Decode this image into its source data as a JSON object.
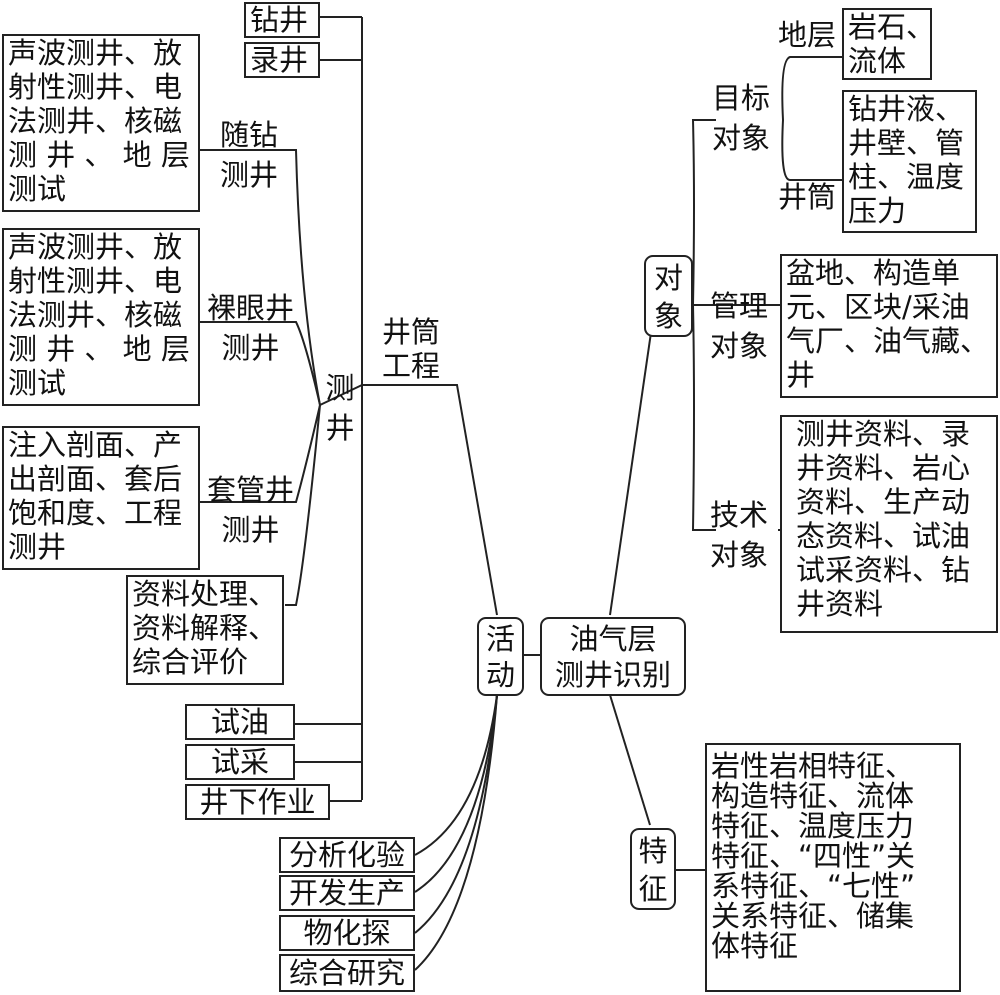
{
  "center": "油气层\n测井识别",
  "activity": {
    "label": "活\n动",
    "wellbore": {
      "label": "井筒\n工程",
      "drilling": "钻井",
      "mud_logging": "录井",
      "logging": {
        "label": "测\n井",
        "lwd": {
          "label": "随钻\n测井",
          "content": "声波测井、放\n射性测井、电\n法测井、核磁\n测 井 、 地 层\n测试"
        },
        "openhole": {
          "label": "裸眼井\n测井",
          "content": "声波测井、放\n射性测井、电\n法测井、核磁\n测 井 、 地 层\n测试"
        },
        "cased": {
          "label": "套管井\n测井",
          "content": "注入剖面、产\n出剖面、套后\n饱和度、工程\n测井"
        },
        "processing": "资料处理、\n资料解释、\n综合评价"
      },
      "well_test": "试油",
      "production_test": "试采",
      "downhole_ops": "井下作业"
    },
    "analysis": "分析化验",
    "development": "开发生产",
    "geophysical": "物化探",
    "research": "综合研究"
  },
  "object": {
    "label": "对\n象",
    "target": {
      "label": "目标\n对象",
      "formation": {
        "label": "地层",
        "content": "岩石、\n流体"
      },
      "wellbore": {
        "label": "井筒",
        "content": "钻井液、\n井壁、管\n柱、温度\n压力"
      }
    },
    "management": {
      "label": "管理\n对象",
      "content": "盆地、构造单\n元、区块/采油\n气厂、油气藏、\n井"
    },
    "technical": {
      "label": "技术\n对象",
      "content": "测井资料、录\n井资料、岩心\n资料、生产动\n态资料、试油\n试采资料、钻\n井资料"
    }
  },
  "feature": {
    "label": "特\n征",
    "content": "岩性岩相特征、\n构造特征、流体\n特征、温度压力\n特征、“四性”关\n系特征、“七性”\n关系特征、储集\n体特征"
  }
}
